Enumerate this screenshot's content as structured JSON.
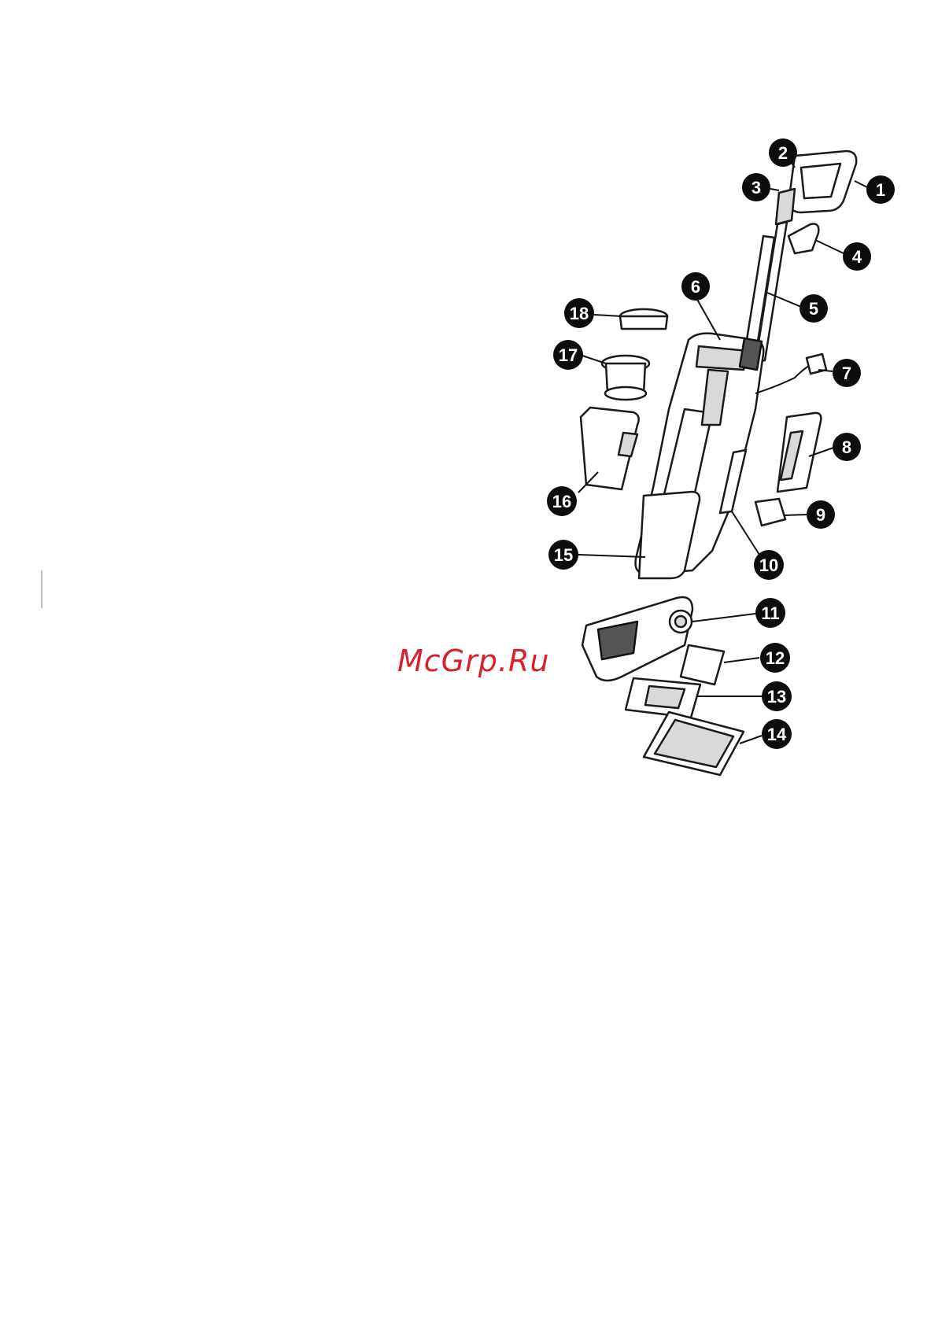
{
  "diagram": {
    "callouts": [
      "1",
      "2",
      "3",
      "4",
      "5",
      "6",
      "7",
      "8",
      "9",
      "10",
      "11",
      "12",
      "13",
      "14",
      "15",
      "16",
      "17",
      "18"
    ]
  },
  "watermark": {
    "text": "McGrp.Ru"
  }
}
